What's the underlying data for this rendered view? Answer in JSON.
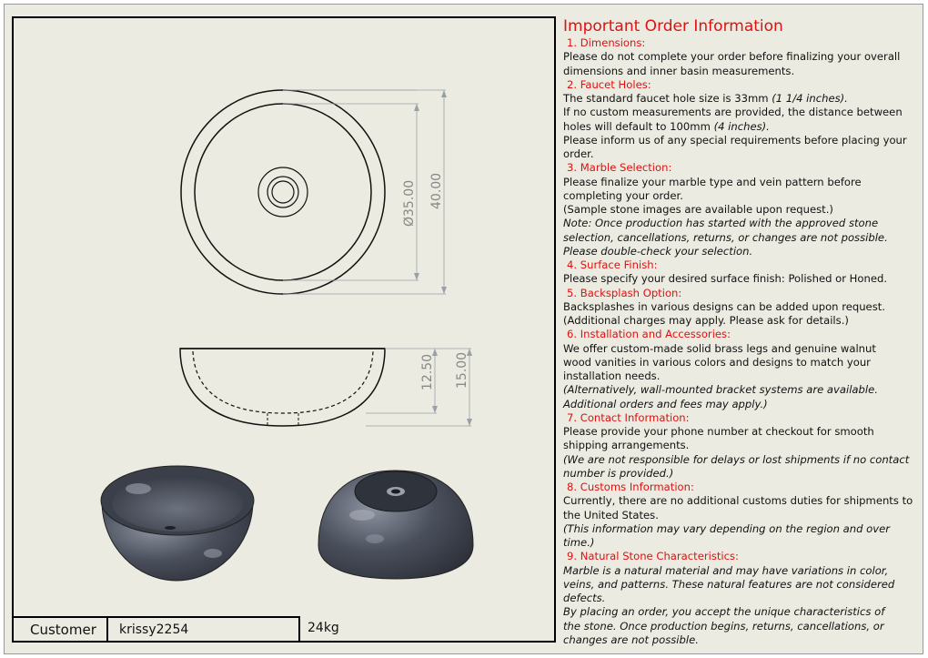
{
  "info": {
    "title": "Important Order Information",
    "sections": [
      {
        "heading": "1. Dimensions:",
        "lines": [
          {
            "text": "Please do not complete your order before finalizing your overall",
            "italic": false
          },
          {
            "text": "dimensions and inner basin measurements.",
            "italic": false
          }
        ]
      },
      {
        "heading": "2. Faucet Holes:",
        "lines": [
          {
            "text": "The standard faucet hole size is 33mm ",
            "tail": "(1 1/4 inches).",
            "italic": false
          },
          {
            "text": "If no custom measurements are provided, the distance between",
            "italic": false
          },
          {
            "text": "holes will default to 100mm ",
            "tail": "(4 inches).",
            "italic": false
          },
          {
            "text": "Please inform us of any special requirements before placing your",
            "italic": false
          },
          {
            "text": "order.",
            "italic": false
          }
        ]
      },
      {
        "heading": "3. Marble Selection:",
        "lines": [
          {
            "text": "Please finalize your marble type and vein pattern before",
            "italic": false
          },
          {
            "text": "completing your order.",
            "italic": false
          },
          {
            "text": "(Sample stone images are available upon request.)",
            "italic": false
          },
          {
            "text": "Note: Once production has started with the approved stone",
            "italic": true
          },
          {
            "text": "selection, cancellations, returns, or changes are not possible.",
            "italic": true
          },
          {
            "text": "Please double-check your selection.",
            "italic": true
          }
        ]
      },
      {
        "heading": "4. Surface Finish:",
        "lines": [
          {
            "text": "Please specify your desired surface finish: Polished or Honed.",
            "italic": false
          }
        ]
      },
      {
        "heading": "5. Backsplash Option:",
        "lines": [
          {
            "text": "Backsplashes in various designs can be added upon request.",
            "italic": false
          },
          {
            "text": "(Additional charges may apply. Please ask for details.)",
            "italic": false
          }
        ]
      },
      {
        "heading": "6. Installation and Accessories:",
        "lines": [
          {
            "text": "We offer custom-made solid brass legs and genuine walnut",
            "italic": false
          },
          {
            "text": "wood vanities in various colors and designs to match your",
            "italic": false
          },
          {
            "text": "installation needs.",
            "italic": false
          },
          {
            "text": "(Alternatively, wall-mounted bracket systems are available.",
            "italic": true
          },
          {
            "text": "Additional orders and fees may apply.)",
            "italic": true
          }
        ]
      },
      {
        "heading": "7. Contact Information:",
        "lines": [
          {
            "text": "Please provide your phone number at checkout for smooth",
            "italic": false
          },
          {
            "text": "shipping arrangements.",
            "italic": false
          },
          {
            "text": "(We are not responsible for delays or lost shipments if no contact",
            "italic": true
          },
          {
            "text": "number is provided.)",
            "italic": true
          }
        ]
      },
      {
        "heading": "8. Customs Information:",
        "lines": [
          {
            "text": "Currently, there are no additional customs duties for shipments to",
            "italic": false
          },
          {
            "text": "the United States.",
            "italic": false
          },
          {
            "text": "(This information may vary depending on the region and over",
            "italic": true
          },
          {
            "text": "time.)",
            "italic": true
          }
        ]
      },
      {
        "heading": "9. Natural Stone Characteristics:",
        "lines": [
          {
            "text": "Marble is a natural material and may have variations in color,",
            "italic": true
          },
          {
            "text": "veins, and patterns. These natural features are not considered",
            "italic": true
          },
          {
            "text": "defects.",
            "italic": true
          },
          {
            "text": "By placing an order, you accept the unique characteristics of",
            "italic": true
          },
          {
            "text": "the stone. Once production begins, returns, cancellations, or",
            "italic": true
          },
          {
            "text": "changes are not possible.",
            "italic": true
          }
        ]
      }
    ]
  },
  "drawing": {
    "top_view": {
      "diameter_inner_label": "Ø35.00",
      "diameter_outer_label": "40.00"
    },
    "side_view": {
      "inner_depth_label": "12.50",
      "outer_height_label": "15.00"
    },
    "render_color": "#4a4f5c"
  },
  "title_block": {
    "customer_label": "Customer",
    "customer_name": "krissy2254",
    "weight": "24kg"
  },
  "colors": {
    "heading_red": "#e01010",
    "sheet_bg": "#ecebe1"
  }
}
